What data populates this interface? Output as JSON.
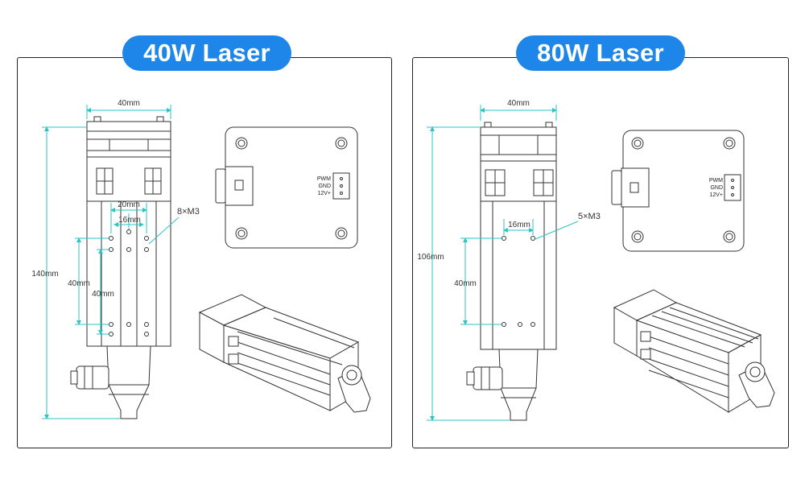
{
  "panels": [
    {
      "title": "40W Laser",
      "dims": {
        "width": "40mm",
        "hole_spacing_a": "20mm",
        "hole_spacing_b": "16mm",
        "vertical_a": "40mm",
        "vertical_b": "40mm",
        "height": "140mm",
        "screws": "8×M3"
      }
    },
    {
      "title": "80W Laser",
      "dims": {
        "width": "40mm",
        "hole_spacing_b": "16mm",
        "vertical_a": "40mm",
        "height": "106mm",
        "screws": "5×M3"
      }
    }
  ],
  "connector_pins": [
    "PWM",
    "GND",
    "12V+"
  ],
  "colors": {
    "accent": "#1e86e8",
    "dimension": "#2ec4c4",
    "line": "#333333"
  }
}
